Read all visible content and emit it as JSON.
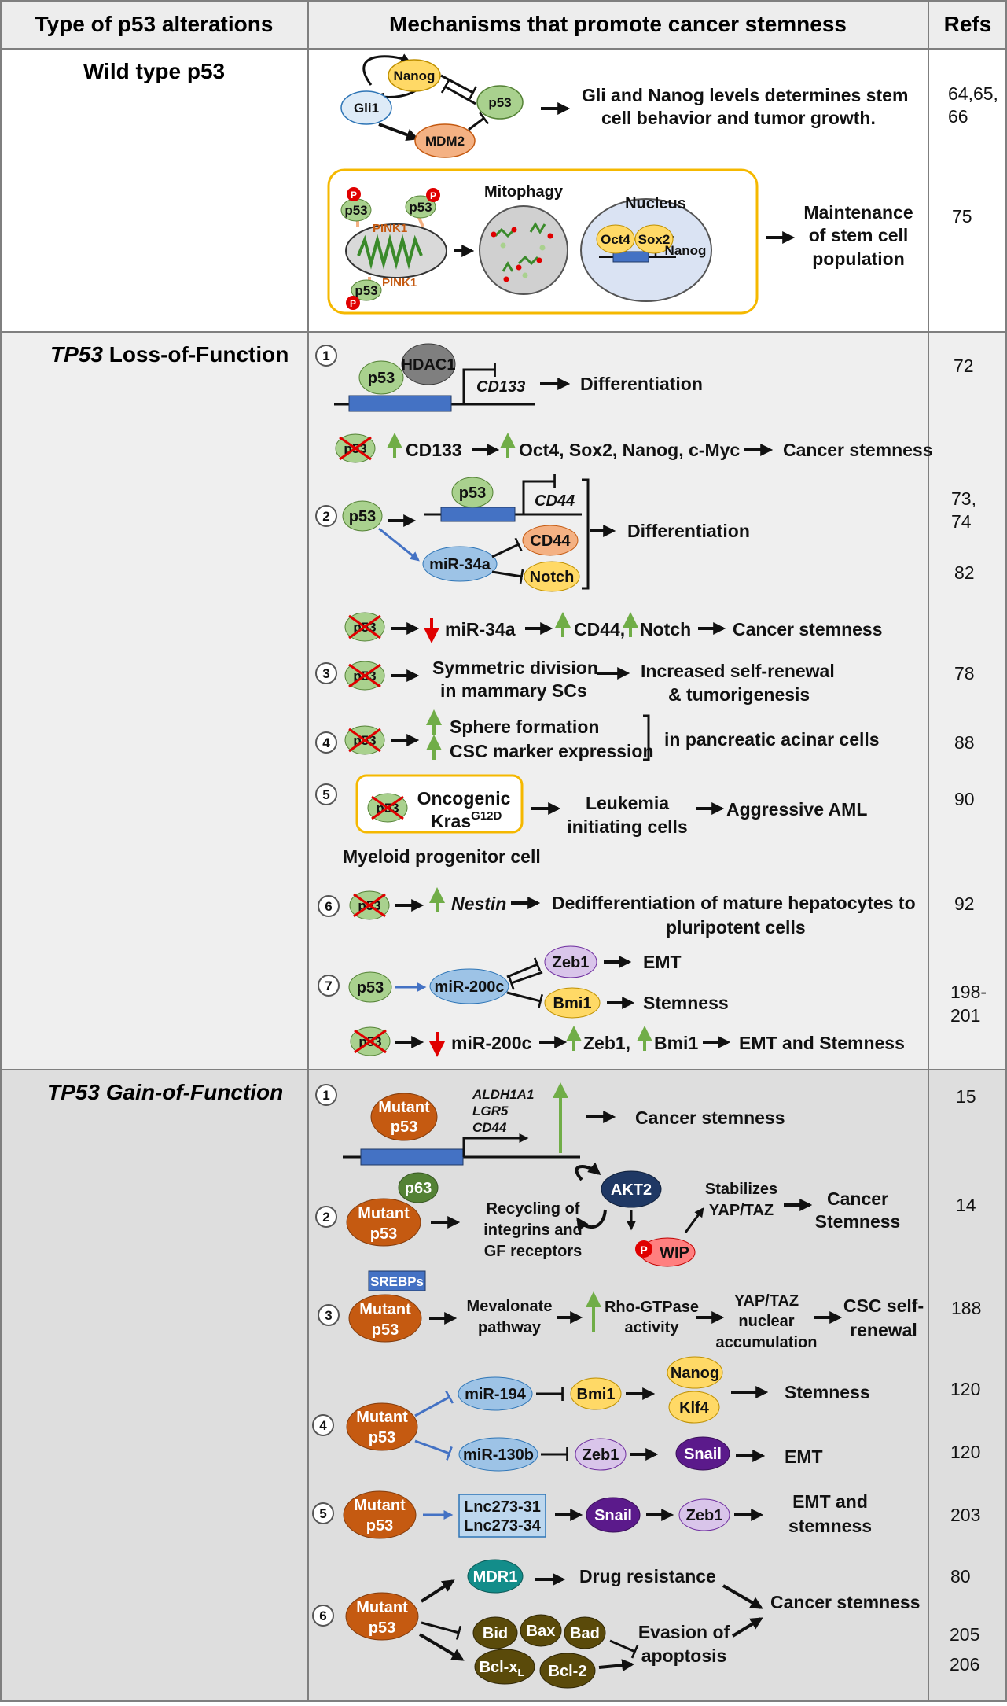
{
  "header": {
    "col1": "Type of p53 alterations",
    "col2": "Mechanisms that promote cancer stemness",
    "col3": "Refs"
  },
  "sections": {
    "wild_type": {
      "title": "Wild type p53",
      "nanog": "Nanog",
      "gli1": "Gli1",
      "p53": "p53",
      "mdm2": "MDM2",
      "outcome_line1": "Gli and Nanog levels determines stem",
      "outcome_line2": "cell behavior and tumor growth.",
      "refs_a1": "64,65,",
      "refs_a2": "66",
      "p": "P",
      "pink1": "PINK1",
      "mitophagy": "Mitophagy",
      "nucleus": "Nucleus",
      "oct4": "Oct4",
      "sox2": "Sox2",
      "maint1": "Maintenance",
      "maint2": "of stem cell",
      "maint3": "population",
      "refs_b": "75"
    },
    "lof": {
      "title_italic": "TP53",
      "title_rest": " Loss-of-Function",
      "n1": "1",
      "n2": "2",
      "n3": "3",
      "n4": "4",
      "n5": "5",
      "n6": "6",
      "n7": "7",
      "hdac1": "HDAC1",
      "cd133": "CD133",
      "differentiation": "Differentiation",
      "r1b_cd133": "CD133",
      "r1b_targets": "Oct4, Sox2, Nanog, c-Myc",
      "cancer_stemness": "Cancer stemness",
      "ref_1": "72",
      "cd44": "CD44",
      "mir34a": "miR-34a",
      "notch": "Notch",
      "ref_2a1": "73,",
      "ref_2a2": "74",
      "ref_2b": "82",
      "r2b_mir34a": "miR-34a",
      "r2b_cd44": "CD44,",
      "r2b_notch": "Notch",
      "r3_a1": "Symmetric division",
      "r3_a2": "in mammary SCs",
      "r3_b1": "Increased self-renewal",
      "r3_b2": "& tumorigenesis",
      "ref_3": "78",
      "r4_a": "Sphere formation",
      "r4_b": "CSC marker expression",
      "r4_c": "in pancreatic acinar cells",
      "ref_4": "88",
      "r5_onco": "Oncogenic",
      "r5_kras": "Kras",
      "r5_sup": "G12D",
      "r5_leuk1": "Leukemia",
      "r5_leuk2": "initiating cells",
      "r5_aml": "Aggressive AML",
      "r5_myeloid": "Myeloid progenitor cell",
      "ref_5": "90",
      "r6_nestin": "Nestin",
      "r6_out1": "Dedifferentiation of mature hepatocytes to",
      "r6_out2": "pluripotent cells",
      "ref_6": "92",
      "mir200c": "miR-200c",
      "zeb1": "Zeb1",
      "bmi1": "Bmi1",
      "emt": "EMT",
      "stemness": "Stemness",
      "r7b_mir": "miR-200c",
      "r7b_zeb1": "Zeb1,",
      "r7b_bmi1": "Bmi1",
      "r7b_out": "EMT and Stemness",
      "ref_7a": "198-",
      "ref_7b": "201"
    },
    "gof": {
      "title": "TP53 Gain-of-Function",
      "mutant": "Mutant",
      "p53": "p53",
      "n1": "1",
      "n2": "2",
      "n3": "3",
      "n4": "4",
      "n5": "5",
      "n6": "6",
      "aldh": "ALDH1A1",
      "lgr5": "LGR5",
      "cd44": "CD44",
      "cancer_stemness": "Cancer stemness",
      "ref_1": "15",
      "p63": "p63",
      "recyc1": "Recycling of",
      "recyc2": "integrins and",
      "recyc3": "GF receptors",
      "akt2": "AKT2",
      "p": "P",
      "wip": "WIP",
      "stab1": "Stabilizes",
      "stab2": "YAP/TAZ",
      "cs1": "Cancer",
      "cs2": "Stemness",
      "ref_2": "14",
      "srebps": "SREBPs",
      "mev1": "Mevalonate",
      "mev2": "pathway",
      "rho1": "Rho-GTPase",
      "rho2": "activity",
      "yap1": "YAP/TAZ",
      "yap2": "nuclear",
      "yap3": "accumulation",
      "csc1": "CSC self-",
      "csc2": "renewal",
      "ref_3": "188",
      "mir194": "miR-194",
      "mir130b": "miR-130b",
      "bmi1": "Bmi1",
      "nanog": "Nanog",
      "klf4": "Klf4",
      "stemness": "Stemness",
      "zeb1": "Zeb1",
      "snail": "Snail",
      "emt": "EMT",
      "ref_4a": "120",
      "ref_4b": "120",
      "lnc1": "Lnc273-31",
      "lnc2": "Lnc273-34",
      "emt_and1": "EMT and",
      "emt_and2": "stemness",
      "ref_5": "203",
      "mdr1": "MDR1",
      "drug": "Drug resistance",
      "bid": "Bid",
      "bax": "Bax",
      "bad": "Bad",
      "bclx": "Bcl-x",
      "bclx_sub": "L",
      "bcl2": "Bcl-2",
      "evasion1": "Evasion of",
      "evasion2": "apoptosis",
      "cancer_stemness_6": "Cancer stemness",
      "ref_6a": "80",
      "ref_6b": "205",
      "ref_6c": "206"
    }
  },
  "colors": {
    "header_bg": "#ededed",
    "lof_bg": "#efefef",
    "gof_bg": "#dedede",
    "p53_green": "#a9d18e",
    "nanog_yellow": "#ffd966",
    "mdm2_orange": "#f4b183",
    "blue_cell": "#9dc3e6",
    "dna_blue": "#4472c4",
    "mutant_orange": "#c55a11",
    "akt2_navy": "#1f3864",
    "purple_light": "#d9c5ea",
    "purple_dark": "#5b1a8b",
    "teal": "#138d8a",
    "olive": "#5a4a0a",
    "p63_green": "#548235",
    "red_p": "#e00000",
    "up_arrow_green": "#70ad47",
    "down_arrow_red": "#e00000",
    "box_yellow": "#f5b800"
  }
}
